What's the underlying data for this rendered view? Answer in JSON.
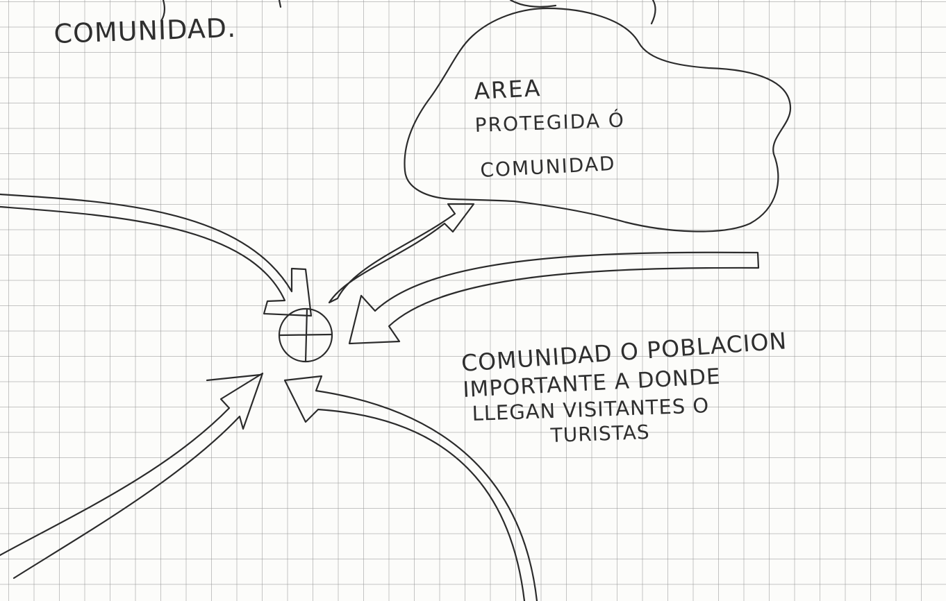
{
  "top_text": "COMUNIDAD.",
  "area_label": {
    "line1": "AREA",
    "line2": "PROTEGIDA Ó",
    "line3": "COMUNIDAD"
  },
  "community_label": {
    "line1": "COMUNIDAD O POBLACION",
    "line2": "IMPORTANTE A DONDE",
    "line3": "LLEGAN VISITANTES O",
    "line4": "TURISTAS"
  }
}
